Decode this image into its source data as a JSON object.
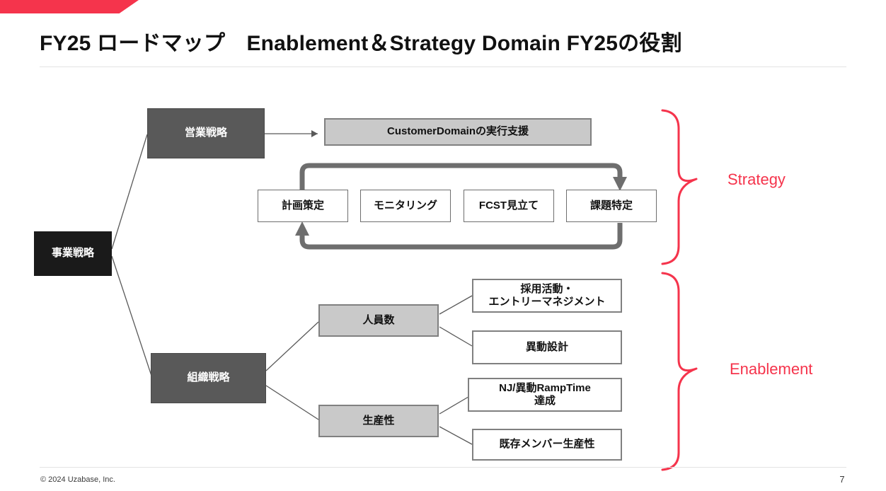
{
  "slide": {
    "title": "FY25 ロードマップ　Enablement＆Strategy Domain FY25の役割",
    "page_number": "7",
    "copyright": "© 2024 Uzabase, Inc.",
    "accent_color": "#F5344C",
    "banner_color": "#F5344C"
  },
  "diagram": {
    "root": {
      "label": "事業戦略"
    },
    "branches": [
      {
        "label": "営業戦略"
      },
      {
        "label": "組織戦略"
      }
    ],
    "sales_output": {
      "label": "CustomerDomainの実行支援"
    },
    "cycle": {
      "steps": [
        {
          "label": "計画策定"
        },
        {
          "label": "モニタリング"
        },
        {
          "label": "FCST見立て"
        },
        {
          "label": "課題特定"
        }
      ],
      "top_arrow_direction": "left-to-right",
      "bottom_arrow_direction": "right-to-left"
    },
    "org_groups": [
      {
        "label": "人員数",
        "items": [
          {
            "line1": "採用活動・",
            "line2": "エントリーマネジメント"
          },
          {
            "line1": "異動設計",
            "line2": ""
          }
        ]
      },
      {
        "label": "生産性",
        "items": [
          {
            "line1": "NJ/異動RampTime",
            "line2": "達成"
          },
          {
            "line1": "既存メンバー生産性",
            "line2": ""
          }
        ]
      }
    ],
    "braces": [
      {
        "label": "Strategy"
      },
      {
        "label": "Enablement"
      }
    ]
  }
}
